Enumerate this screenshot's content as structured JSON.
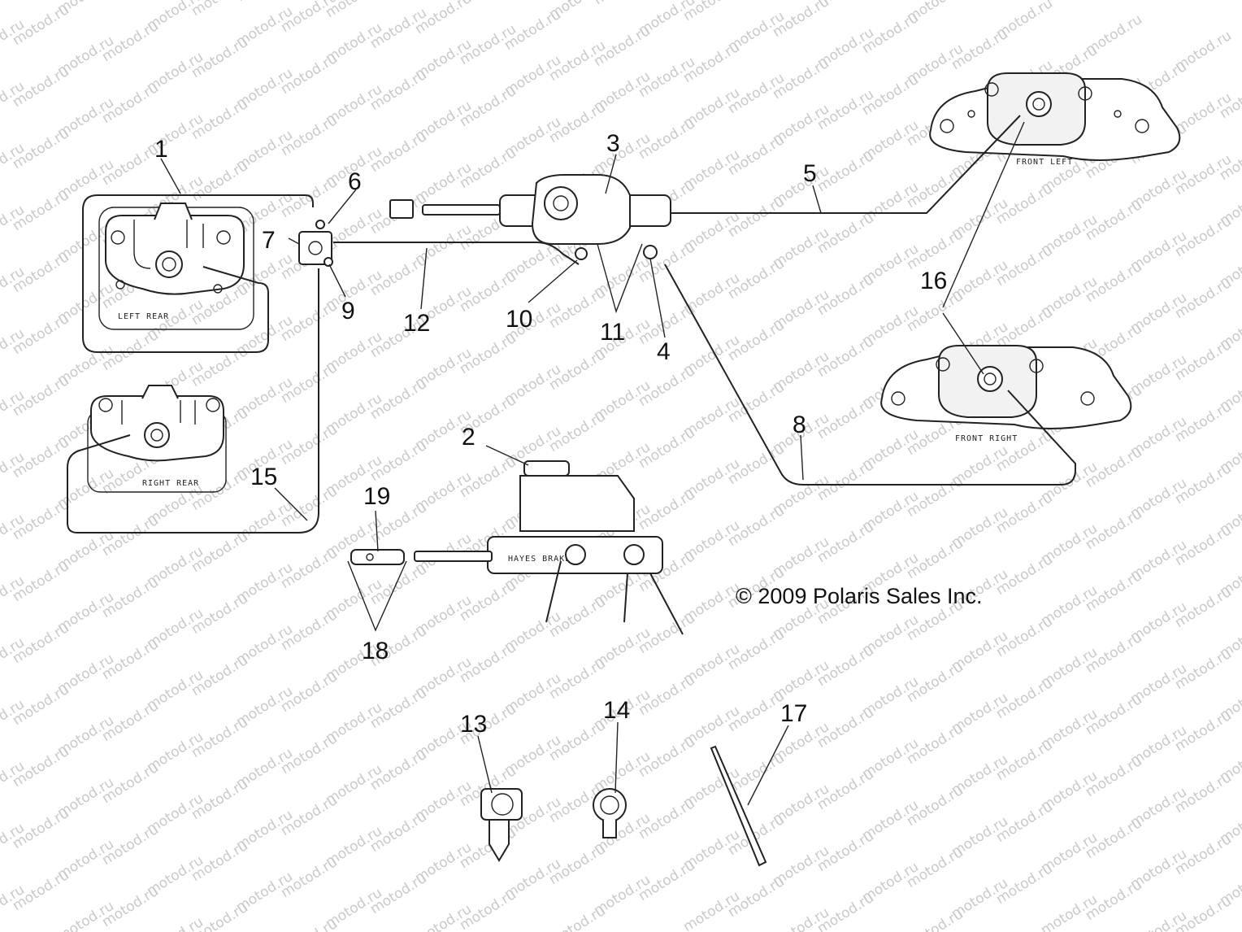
{
  "diagram": {
    "callouts": [
      "1",
      "2",
      "3",
      "4",
      "5",
      "6",
      "7",
      "8",
      "9",
      "10",
      "11",
      "12",
      "13",
      "14",
      "15",
      "16",
      "17",
      "18",
      "19"
    ],
    "caliper_labels": {
      "left_rear": "LEFT REAR",
      "right_rear": "RIGHT REAR",
      "front_left": "FRONT LEFT",
      "front_right": "FRONT RIGHT"
    },
    "master_cylinder_brand": "HAYES BRAKE",
    "copyright": "© 2009 Polaris Sales Inc.",
    "watermark": "motod.ru"
  }
}
